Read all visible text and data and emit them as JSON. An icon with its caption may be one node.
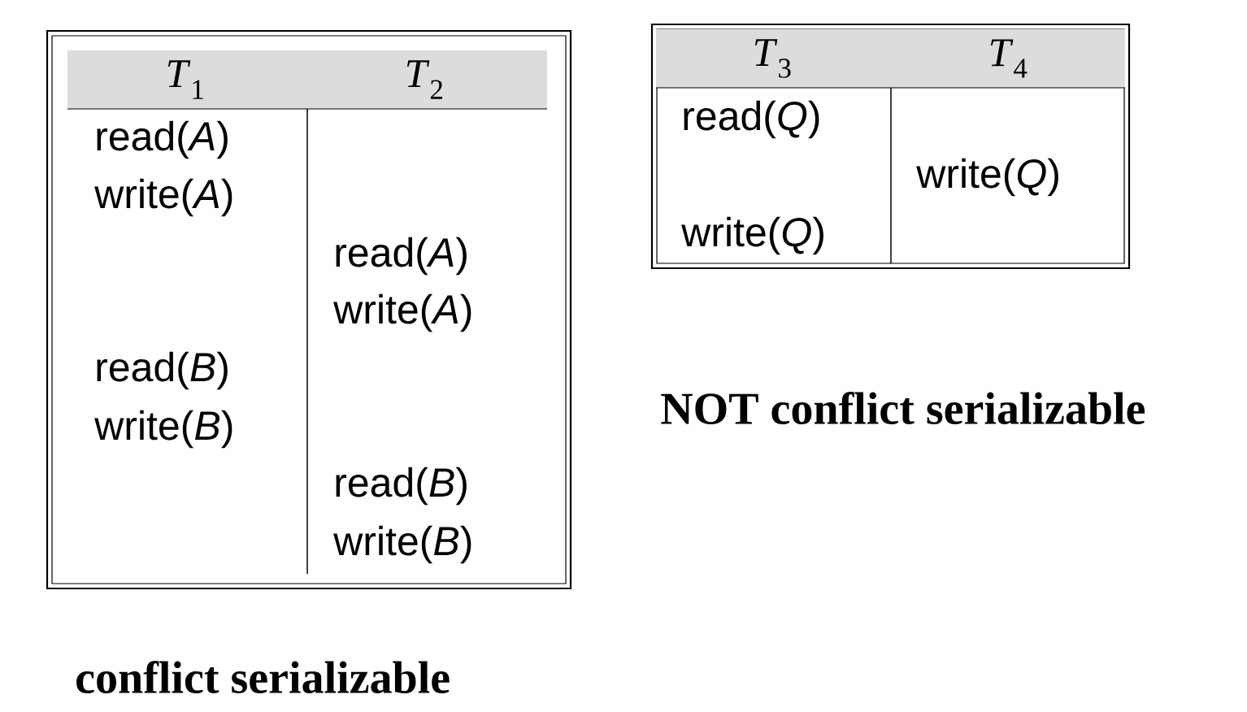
{
  "diagram": {
    "labels": [
      "*T*$_{1}$",
      "*T*$_{2}$",
      "read(*A*)",
      "write(*A*)",
      "read(*A*)",
      "write(*A*)",
      "read(*B*)",
      "write(*B*)",
      "read(*B*)",
      "write(*B*)",
      "*T*$_{3}$",
      "*T*$_{4}$",
      "read(*Q*)",
      "write(*Q*)",
      "write(*Q*)",
      "NOT  conflict serializable",
      "conflict serializable"
    ]
  }
}
